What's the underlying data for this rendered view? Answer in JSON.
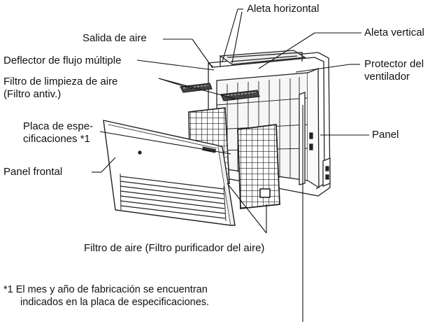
{
  "labels": {
    "aleta_horizontal": "Aleta horizontal",
    "aleta_vertical": "Aleta vertical",
    "salida_de_aire": "Salida de aire",
    "deflector": "Deflector de flujo múltiple",
    "protector_line1": "Protector del",
    "protector_line2": "ventilador",
    "filtro_limpieza_line1": "Filtro de limpieza de aire",
    "filtro_limpieza_line2": "(Filtro antiv.)",
    "placa_line1": "Placa de espe-",
    "placa_line2": "cificaciones *1",
    "panel": "Panel",
    "panel_frontal": "Panel frontal",
    "filtro_aire": "Filtro de aire (Filtro purificador del aire)"
  },
  "footnote": {
    "line1": "*1 El mes y año de fabricación se encuentran",
    "line2": "indicados en la placa de especificaciones."
  }
}
